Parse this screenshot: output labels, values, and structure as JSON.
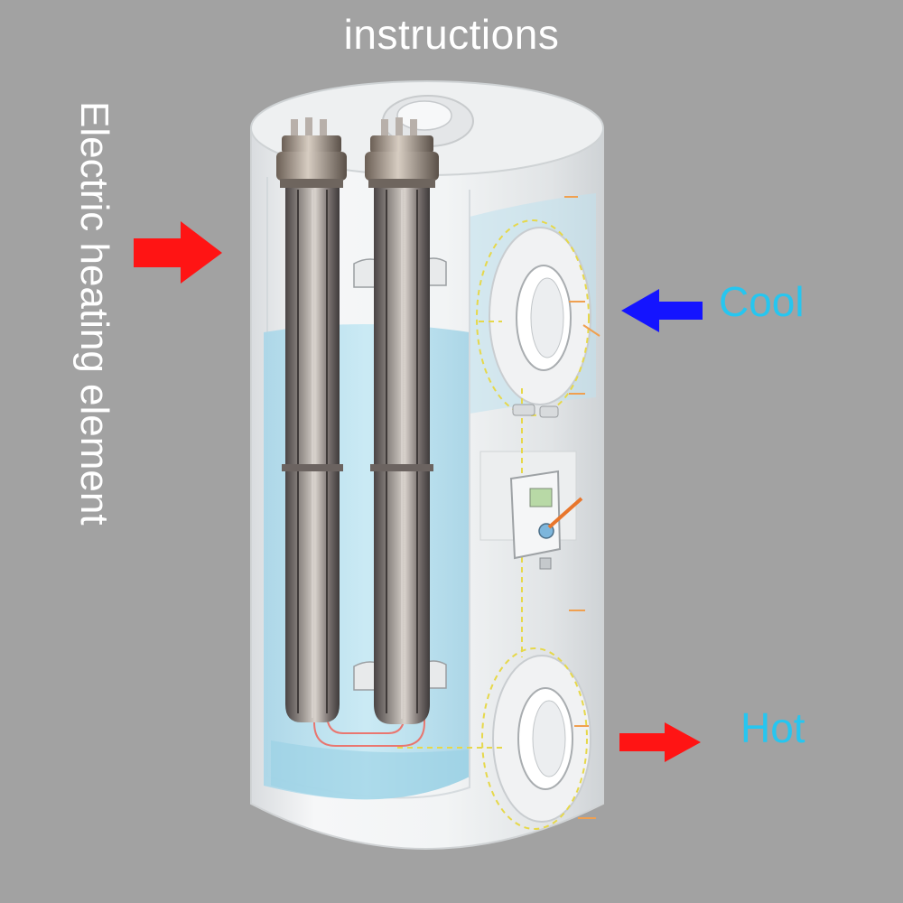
{
  "title": "instructions",
  "labels": {
    "heating_element": "Electric heating element",
    "cool": "Cool",
    "hot": "Hot"
  },
  "colors": {
    "background": "#a2a2a2",
    "label_text": "#ffffff",
    "cool_hot_text": "#26c6f0",
    "arrow_red": "#ff1414",
    "arrow_blue": "#1414ff",
    "water": "#b8e2f0"
  },
  "icons": {
    "heating_arrow": "arrow-right-icon",
    "cool_arrow": "arrow-left-icon",
    "hot_arrow": "arrow-right-icon"
  }
}
